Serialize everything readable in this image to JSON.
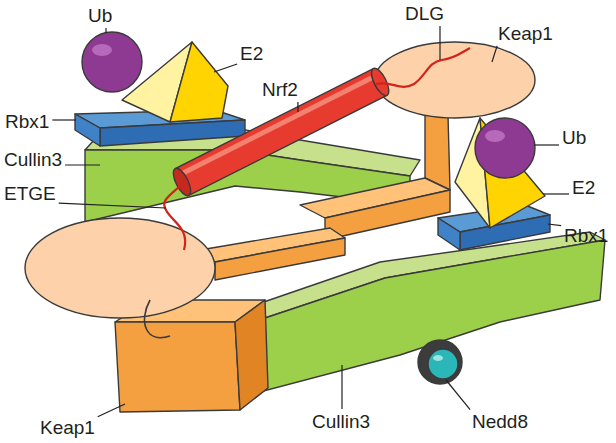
{
  "diagram": {
    "labels": [
      "Ub",
      "DLG",
      "Keap1",
      "E2",
      "Nrf2",
      "Rbx1",
      "Ub",
      "Cullin3",
      "E2",
      "ETGE",
      "Rbx1",
      "Keap1",
      "Cullin3",
      "Nedd8"
    ]
  }
}
